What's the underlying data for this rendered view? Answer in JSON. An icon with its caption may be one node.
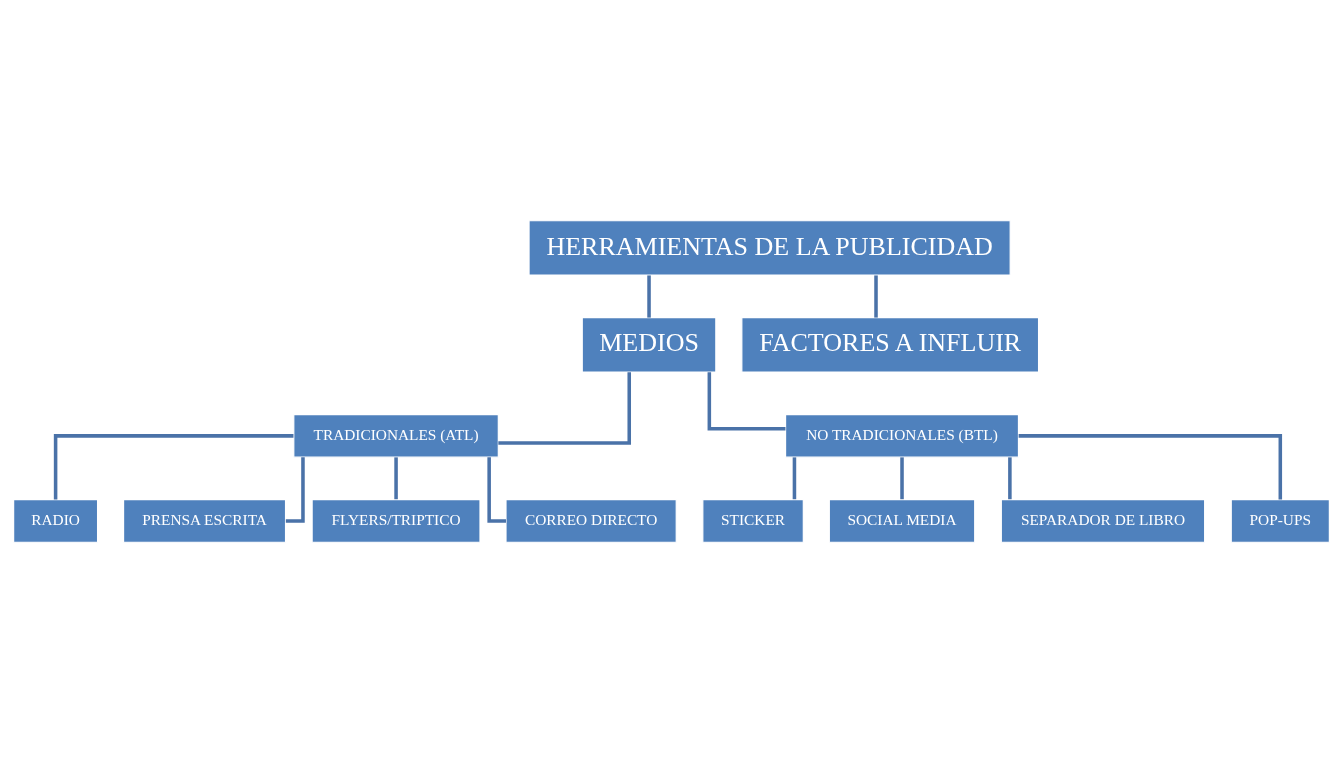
{
  "diagram": {
    "nodes": [
      {
        "text": [
          "HERRAMIENTAS DE LA PUBLICIDAD"
        ]
      },
      {
        "text": [
          "MEDIOS"
        ]
      },
      {
        "text": [
          "FACTORES A INFLUIR"
        ]
      },
      {
        "text": [
          "TRADICIONALES (ATL)"
        ]
      },
      {
        "text": [
          "NO TRADICIONALES (BTL)"
        ]
      },
      {
        "text": [
          "RADIO"
        ]
      },
      {
        "text": [
          "PRENSA ESCRITA"
        ]
      },
      {
        "text": [
          "FLYERS/TRIPTICO"
        ]
      },
      {
        "text": [
          "CORREO DIRECTO"
        ]
      },
      {
        "text": [
          "STICKER"
        ]
      },
      {
        "text": [
          "SOCIAL MEDIA"
        ]
      },
      {
        "text": [
          "SEPARADOR DE LIBRO"
        ]
      },
      {
        "text": [
          "POP-UPS"
        ]
      }
    ],
    "edges": [
      {
        "from": 0,
        "to": 1,
        "arrow": "none"
      },
      {
        "from": 0,
        "to": 2,
        "arrow": "none"
      },
      {
        "from": 1,
        "to": 3,
        "arrow": "none"
      },
      {
        "from": 1,
        "to": 4,
        "arrow": "none"
      },
      {
        "from": 3,
        "to": 5,
        "arrow": "none"
      },
      {
        "from": 3,
        "to": 6,
        "arrow": "none"
      },
      {
        "from": 3,
        "to": 7,
        "arrow": "none"
      },
      {
        "from": 3,
        "to": 8,
        "arrow": "none"
      },
      {
        "from": 4,
        "to": 9,
        "arrow": "none"
      },
      {
        "from": 4,
        "to": 10,
        "arrow": "none"
      },
      {
        "from": 4,
        "to": 11,
        "arrow": "none"
      },
      {
        "from": 4,
        "to": 12,
        "arrow": "none"
      }
    ]
  }
}
